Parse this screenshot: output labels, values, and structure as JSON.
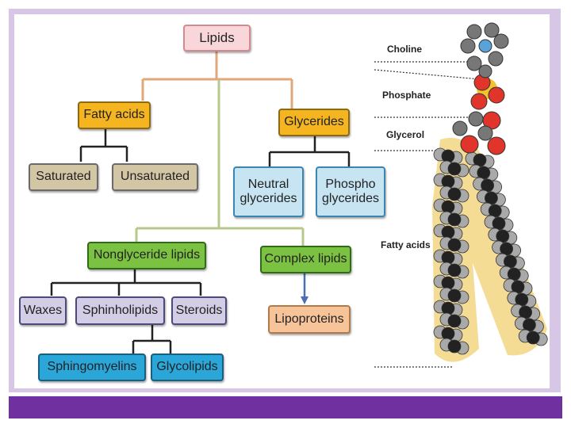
{
  "diagram": {
    "root": "Lipids",
    "fatty_acids": "Fatty acids",
    "glycerides": "Glycerides",
    "saturated": "Saturated",
    "unsaturated": "Unsaturated",
    "neutral": "Neutral glycerides",
    "phospho": "Phospho glycerides",
    "nonglyceride": "Nonglyceride lipids",
    "complex": "Complex lipids",
    "waxes": "Waxes",
    "sphingolipids": "Sphinholipids",
    "steroids": "Steroids",
    "lipoproteins": "Lipoproteins",
    "sphingomyelins": "Sphingomyelins",
    "glycolipids": "Glycolipids"
  },
  "molecule": {
    "choline": "Choline",
    "phosphate": "Phosphate",
    "glycerol": "Glycerol",
    "fatty_acids": "Fatty acids"
  },
  "colors": {
    "root_fill": "#f8d6d9",
    "fatty_fill": "#f5b520",
    "sat_fill": "#d2c6a4",
    "blue_fill": "#c6e4f2",
    "green_fill": "#7cc242",
    "lilac_fill": "#d3cde6",
    "peach_fill": "#f7c49a",
    "cyan_fill": "#2aa6d9",
    "accent_purple": "#7030a0"
  }
}
